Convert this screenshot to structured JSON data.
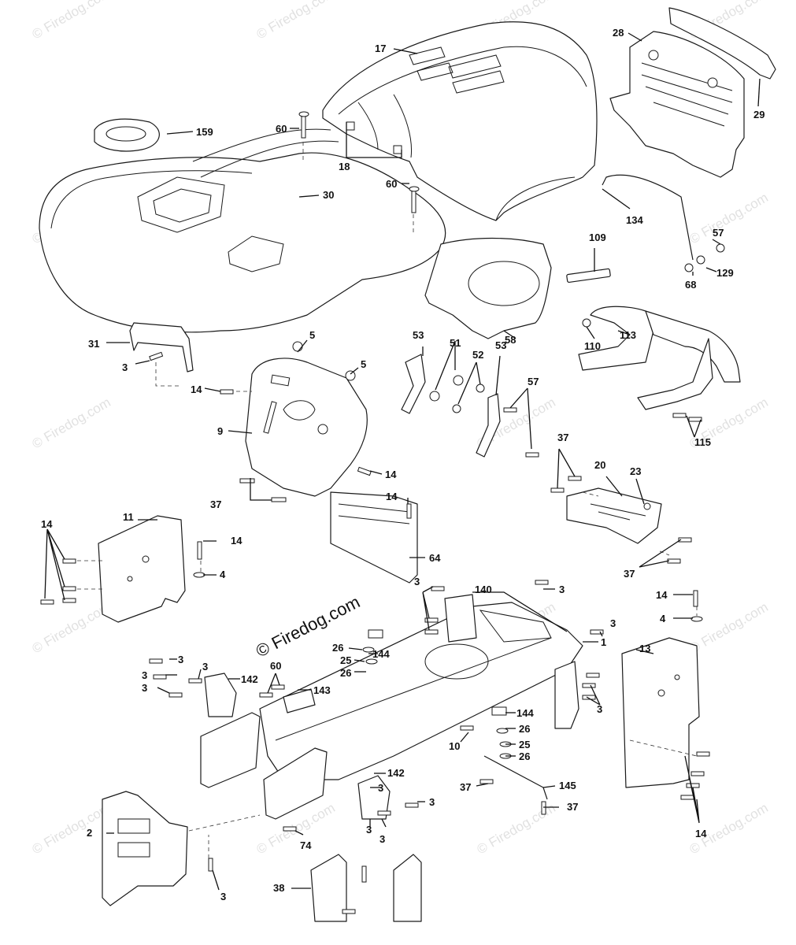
{
  "watermark": "© Firedog.com",
  "center_watermark": "© Firedog.com",
  "labels": {
    "l17": "17",
    "l28": "28",
    "l29": "29",
    "l159": "159",
    "l60a": "60",
    "l18": "18",
    "l60b": "60",
    "l30": "30",
    "l134": "134",
    "l57a": "57",
    "l129": "129",
    "l68": "68",
    "l109": "109",
    "l58": "58",
    "l110": "110",
    "l113": "113",
    "l31": "31",
    "l3a": "3",
    "l5a": "5",
    "l5b": "5",
    "l14a": "14",
    "l9": "9",
    "l53a": "53",
    "l51": "51",
    "l52": "52",
    "l53b": "53",
    "l57b": "57",
    "l115": "115",
    "l14b": "14",
    "l37a": "37",
    "l37b": "37",
    "l20": "20",
    "l23": "23",
    "l37c": "37",
    "l11": "11",
    "l14c": "14",
    "l14d": "14",
    "l4a": "4",
    "l14e": "14",
    "l64": "64",
    "l3b": "3",
    "l140": "140",
    "l3c": "3",
    "l14f": "14",
    "l4b": "4",
    "l3d": "3",
    "l1": "1",
    "l144a": "144",
    "l26a": "26",
    "l25a": "25",
    "l26b": "26",
    "l13": "13",
    "l3e": "3",
    "l3f": "3",
    "l3g": "3",
    "l3h": "3",
    "l142a": "142",
    "l60c": "60",
    "l143": "143",
    "l3i": "3",
    "l144b": "144",
    "l26c": "26",
    "l10": "10",
    "l25b": "25",
    "l26d": "26",
    "l142b": "142",
    "l3j": "3",
    "l37d": "37",
    "l145": "145",
    "l37e": "37",
    "l3k": "3",
    "l2": "2",
    "l3l": "3",
    "l3m": "3",
    "l74": "74",
    "l14g": "14",
    "l3n": "3",
    "l38": "38"
  }
}
